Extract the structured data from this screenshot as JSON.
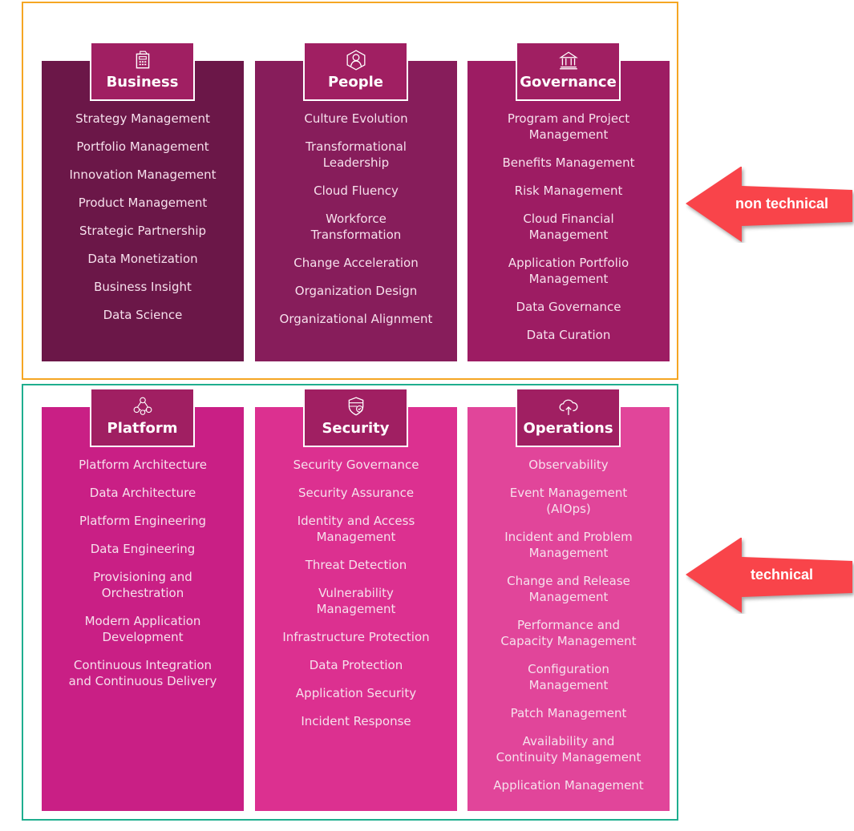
{
  "groups": [
    {
      "columns": [
        {
          "title": "Business",
          "icon": "calculator-icon",
          "color": "#6b1748",
          "items": [
            "Strategy Management",
            "Portfolio Management",
            "Innovation Management",
            "Product Management",
            "Strategic Partnership",
            "Data Monetization",
            "Business Insight",
            "Data Science"
          ]
        },
        {
          "title": "People",
          "icon": "person-hexagon-icon",
          "color": "#871d5b",
          "items": [
            "Culture Evolution",
            "Transformational Leadership",
            "Cloud Fluency",
            "Workforce Transformation",
            "Change Acceleration",
            "Organization Design",
            "Organizational Alignment"
          ]
        },
        {
          "title": "Governance",
          "icon": "bank-building-icon",
          "color": "#9d1c63",
          "items": [
            "Program and Project Management",
            "Benefits Management",
            "Risk Management",
            "Cloud Financial Management",
            "Application Portfolio Management",
            "Data Governance",
            "Data Curation"
          ]
        }
      ]
    },
    {
      "columns": [
        {
          "title": "Platform",
          "icon": "network-nodes-icon",
          "color": "#c91f85",
          "items": [
            "Platform Architecture",
            "Data Architecture",
            "Platform Engineering",
            "Data Engineering",
            "Provisioning and Orchestration",
            "Modern Application Development",
            "Continuous Integration and Continuous Delivery"
          ]
        },
        {
          "title": "Security",
          "icon": "shield-check-icon",
          "color": "#dc3090",
          "items": [
            "Security Governance",
            "Security Assurance",
            "Identity and Access Management",
            "Threat Detection",
            "Vulnerability Management",
            "Infrastructure Protection",
            "Data Protection",
            "Application Security",
            "Incident Response"
          ]
        },
        {
          "title": "Operations",
          "icon": "cloud-upload-icon",
          "color": "#e1459a",
          "items": [
            "Observability",
            "Event Management (AIOps)",
            "Incident and Problem Management",
            "Change and Release Management",
            "Performance and Capacity Management",
            "Configuration Management",
            "Patch Management",
            "Availability and Continuity Management",
            "Application Management"
          ]
        }
      ]
    }
  ],
  "arrows": {
    "top": "non technical",
    "bottom": "technical"
  },
  "colors": {
    "tab": "#a01f62",
    "arrow": "#f9444a",
    "top_border": "#f5a623",
    "bottom_border": "#1fae8f"
  }
}
